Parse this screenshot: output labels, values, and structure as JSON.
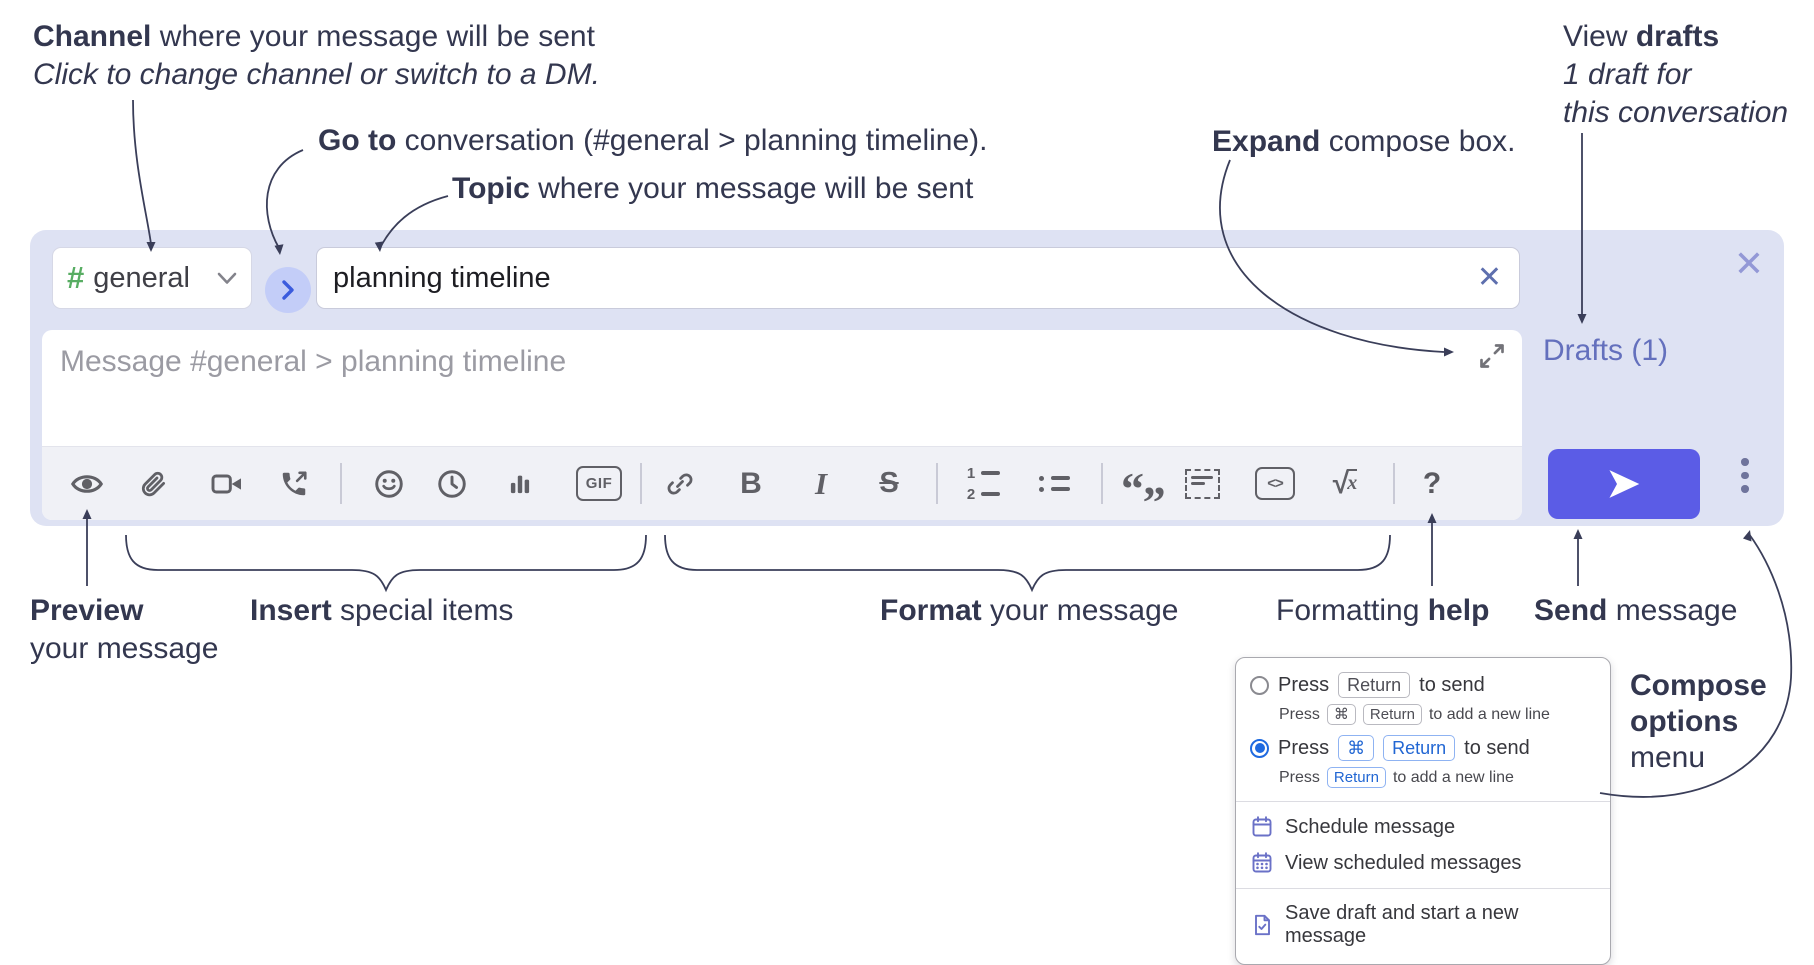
{
  "annotations": {
    "channel": {
      "bold": "Channel",
      "rest": " where your message will be sent",
      "line2": "Click to change channel or switch to a DM."
    },
    "goto": {
      "bold": "Go to",
      "rest": " conversation (#general > planning timeline)."
    },
    "topic": {
      "bold": "Topic",
      "rest": " where your message will be sent"
    },
    "expand": {
      "bold": "Expand",
      "rest": " compose box."
    },
    "drafts": {
      "line1_pre": "View ",
      "line1_bold": "drafts",
      "line2": "1 draft for",
      "line3": "this conversation"
    },
    "preview": {
      "bold": "Preview",
      "line2": "your message"
    },
    "insert": {
      "bold": "Insert",
      "rest": " special items"
    },
    "format": {
      "bold": "Format",
      "rest": " your message"
    },
    "help": {
      "pre": "Formatting ",
      "bold": "help"
    },
    "send": {
      "bold": "Send",
      "rest": " message"
    },
    "compose_options": {
      "line1": "Compose",
      "line2": "options",
      "line3": "menu"
    }
  },
  "compose": {
    "channel_selector": {
      "hash": "#",
      "label": "general"
    },
    "topic_input": {
      "value": "planning timeline",
      "clear_label": "✕"
    },
    "close_label": "✕",
    "message_input": {
      "placeholder": "Message #general > planning timeline"
    },
    "drafts_link": "Drafts (1)"
  },
  "toolbar": {
    "gif_label": "GIF",
    "bold_label": "B",
    "italic_label": "I",
    "strike_label": "S",
    "quote_open": "“",
    "quote_close": "„",
    "code_label": "<>",
    "sqrt_radical": "√",
    "sqrt_var": "x",
    "ol_digit1": "1",
    "ol_digit2": "2",
    "help_label": "?"
  },
  "menu": {
    "option1": {
      "pre": "Press",
      "kbd": "Return",
      "post": "to send",
      "sub_pre": "Press",
      "sub_kbd1": "⌘",
      "sub_kbd2": "Return",
      "sub_post": "to add a new line"
    },
    "option2": {
      "pre": "Press",
      "kbd1": "⌘",
      "kbd2": "Return",
      "post": "to send",
      "sub_pre": "Press",
      "sub_kbd": "Return",
      "sub_post": "to add a new line"
    },
    "item_schedule": "Schedule message",
    "item_view_scheduled": "View scheduled messages",
    "item_save_draft": "Save draft and start a new message"
  },
  "colors": {
    "container_lavender": "#dee2f3",
    "send_button": "#5b5ce6",
    "drafts_link": "#6470bd",
    "hash_green": "#58ad63",
    "annotation_text": "#33374f",
    "radio_selected": "#1f6ae0",
    "menu_icon_purple": "#6a71c7",
    "goto_circle_bg": "#c3cdf8",
    "goto_chevron": "#3b5bdd"
  }
}
